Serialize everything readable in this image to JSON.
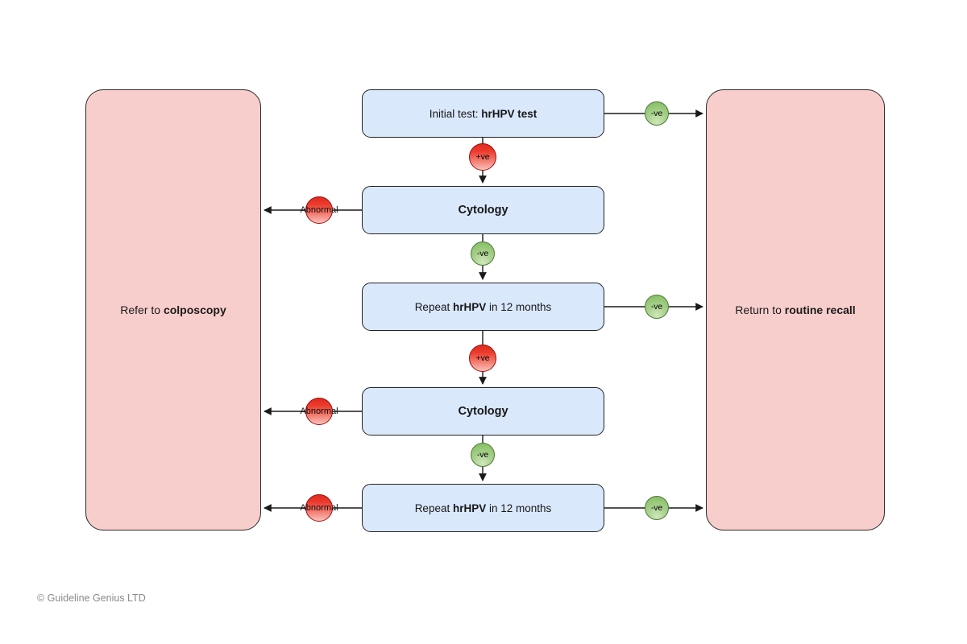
{
  "diagram": {
    "title": "Cervical screening hrHPV pathway",
    "colors": {
      "process_fill": "#dae8fc",
      "process_stroke": "#222222",
      "outcome_fill": "#f8cecc",
      "outcome_stroke": "#2b2b2b",
      "negative_badge": "#a9d18e",
      "positive_badge": "#ec3b2d",
      "edge_stroke": "#1a1a1a",
      "footer_text": "#8a8a8a"
    },
    "outcomes": {
      "left": {
        "text_lead": "Refer to ",
        "text_strong": "colposcopy"
      },
      "right": {
        "text_lead": "Return to ",
        "text_strong": "routine recall"
      }
    },
    "nodes": {
      "initial_test": {
        "lead": "Initial test: ",
        "strong": "hrHPV test",
        "trail": ""
      },
      "cytology_1": {
        "label": "Cytology"
      },
      "repeat_1": {
        "lead": "Repeat ",
        "strong": "hrHPV",
        "trail": " in 12 months"
      },
      "cytology_2": {
        "label": "Cytology"
      },
      "repeat_2": {
        "lead": "Repeat ",
        "strong": "hrHPV",
        "trail": " in 12 months"
      }
    },
    "badges": {
      "negative": "-ve",
      "positive": "+ve",
      "abnormal": "Abnormal"
    },
    "edges": [
      {
        "from": "initial_test",
        "to": "right_outcome",
        "label": "-ve",
        "kind": "negative"
      },
      {
        "from": "initial_test",
        "to": "cytology_1",
        "label": "+ve",
        "kind": "positive"
      },
      {
        "from": "cytology_1",
        "to": "left_outcome",
        "label": "Abnormal",
        "kind": "positive"
      },
      {
        "from": "cytology_1",
        "to": "repeat_1",
        "label": "-ve",
        "kind": "negative"
      },
      {
        "from": "repeat_1",
        "to": "right_outcome",
        "label": "-ve",
        "kind": "negative"
      },
      {
        "from": "repeat_1",
        "to": "cytology_2",
        "label": "+ve",
        "kind": "positive"
      },
      {
        "from": "cytology_2",
        "to": "left_outcome",
        "label": "Abnormal",
        "kind": "positive"
      },
      {
        "from": "cytology_2",
        "to": "repeat_2",
        "label": "-ve",
        "kind": "negative"
      },
      {
        "from": "repeat_2",
        "to": "left_outcome",
        "label": "Abnormal",
        "kind": "positive"
      },
      {
        "from": "repeat_2",
        "to": "right_outcome",
        "label": "-ve",
        "kind": "negative"
      }
    ]
  },
  "footer": {
    "copyright": "© Guideline Genius LTD"
  }
}
